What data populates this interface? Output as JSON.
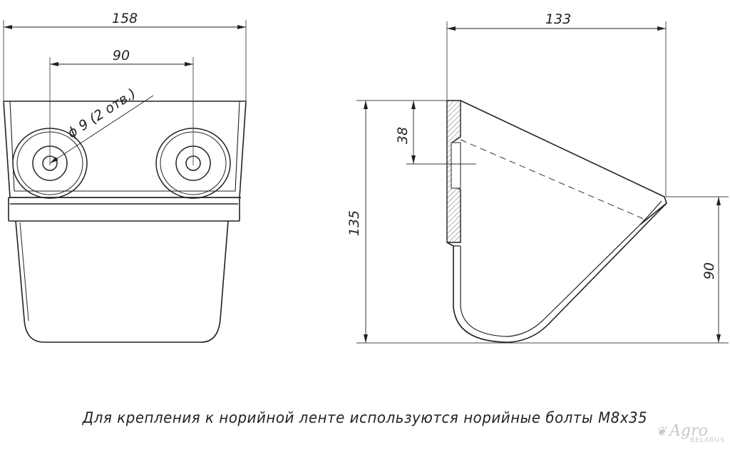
{
  "dimensions": {
    "front_width": "158",
    "hole_spacing": "90",
    "hole_diameter": "ϕ 9 (2 отв.)",
    "side_depth": "133",
    "height": "135",
    "hole_height": "38",
    "lip_height": "90"
  },
  "note": "Для крепления к норийной ленте используются норийные болты М8х35",
  "logo": {
    "text": "Agro",
    "subtext": "BELARUS"
  }
}
